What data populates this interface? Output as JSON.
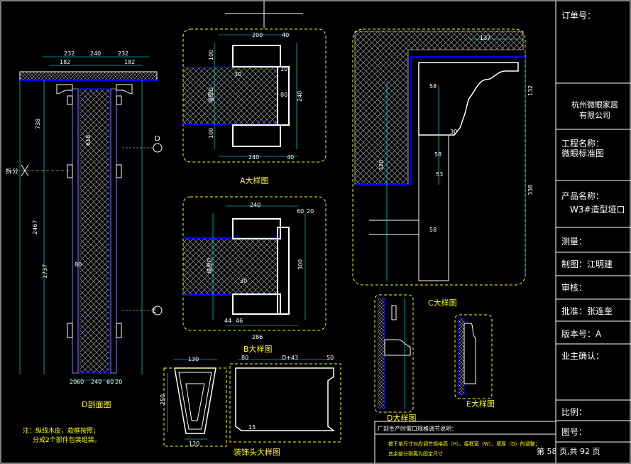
{
  "drawing": {
    "labels": {
      "side_view": "D剖面图",
      "detail_a": "A大样图",
      "detail_b": "B大样图",
      "detail_c": "C大样图",
      "detail_d": "D大样图",
      "detail_e": "E大样图",
      "ornament": "装饰头大样图",
      "split_mark": "拆分",
      "marker_d": "D",
      "marker_e": "E"
    },
    "notes": {
      "left_line1": "注：纵线木皮，款框按照；",
      "left_line2": "分成2个部件包装组装。",
      "box_title": "厂部生产时需口规格调节说明：",
      "box_line1": "按下单尺寸对应调节规格高（H）、接框宽（W）、墙厚（D）的调整；",
      "box_line2": "其余部分则离为固定尺寸"
    },
    "dimensions": {
      "top_232a": "232",
      "top_240": "240",
      "top_232b": "232",
      "top_182a": "182",
      "top_182b": "182",
      "v_738": "738",
      "v_2467": "2467",
      "v_1737": "1737",
      "v_618": "618",
      "v_80": "80",
      "bot_20": "20",
      "bot_60a": "60",
      "bot_240": "240",
      "bot_60b": "60",
      "bot_20b": "20",
      "a_200": "200",
      "a_40a": "40",
      "a_240": "240",
      "a_40b": "40",
      "a_100a": "100",
      "a_100b": "100",
      "a_wall": "墙厚D",
      "a_240v": "240",
      "a_30": "30",
      "a_80": "80",
      "a_10": "10",
      "b_240": "240",
      "b_60": "60",
      "b_20": "20",
      "b_286": "286",
      "b_wall": "墙厚D",
      "b_300": "300",
      "b_30": "30",
      "b_44": "44",
      "b_46": "46",
      "c_137": "137",
      "c_58a": "58",
      "c_58b": "58",
      "c_30": "30",
      "c_53": "53",
      "c_132": "132",
      "c_320": "320",
      "c_58c": "58",
      "c_338": "338",
      "o_130": "130",
      "o_120": "120",
      "o_250": "250",
      "o_80": "80",
      "o_d43": "D+43",
      "o_50": "50",
      "o_15": "15"
    }
  },
  "title_block": {
    "order_no": "订单号：",
    "company": [
      "杭州微眼家居",
      "有限公司"
    ],
    "project_label": "工程名称：",
    "project_value": "微眼标准图",
    "product_label": "产品名称：",
    "product_value": "W3#造型垭口",
    "survey": "测量：",
    "drawn": "制图：江明建",
    "review": "审核：",
    "approve": "批准：张连奎",
    "version": "版本号：A",
    "owner": "业主确认：",
    "scale": "比例：",
    "sheet": "图号：",
    "page_footer": "第 58 页,共 92 页"
  },
  "colors": {
    "background": "#000000",
    "frame": "#ffffff",
    "dimension": "#00ffff",
    "wall_outline": "#0000ff",
    "detail_box": "#ffff00",
    "hatch": "#c8c8c8",
    "title": "#ffff00"
  }
}
